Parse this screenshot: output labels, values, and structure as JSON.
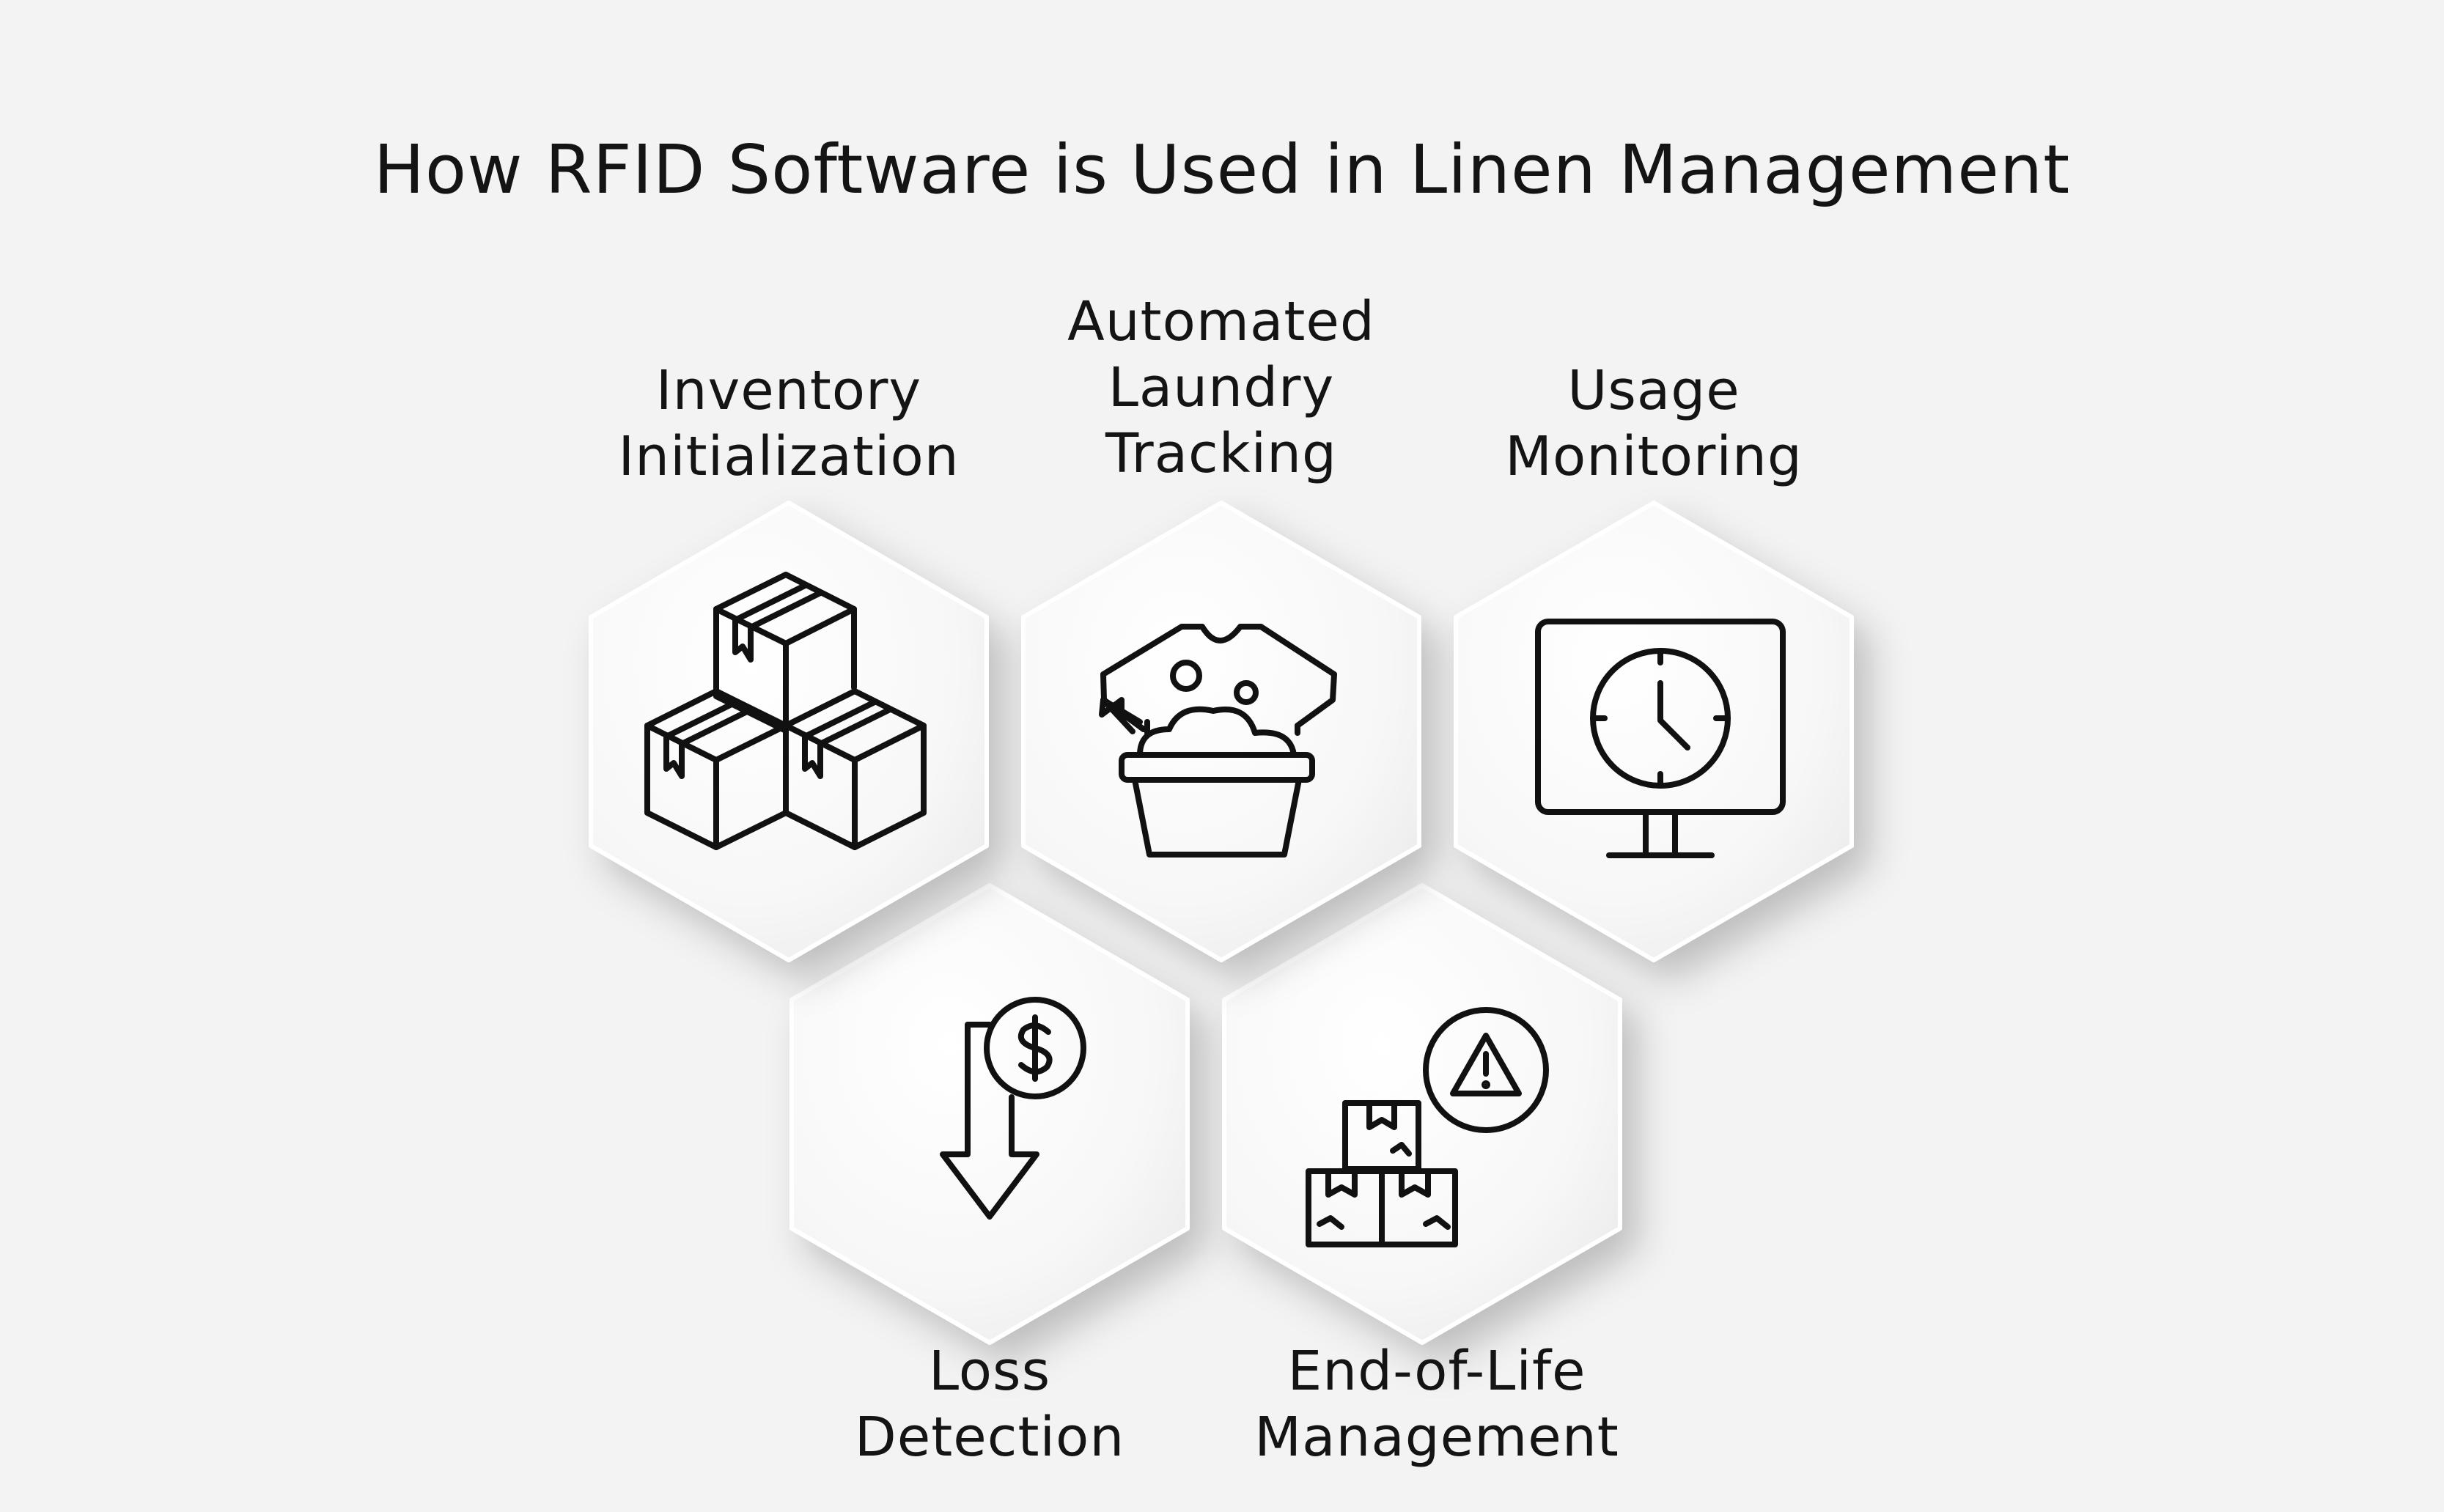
{
  "title": "How RFID Software is Used in Linen Management",
  "steps": [
    {
      "icon": "boxes-icon",
      "label_lines": [
        "Inventory",
        "Initialization"
      ]
    },
    {
      "icon": "laundry-basin-shirt-icon",
      "label_lines": [
        "Automated",
        "Laundry",
        "Tracking"
      ]
    },
    {
      "icon": "monitor-clock-icon",
      "label_lines": [
        "Usage",
        "Monitoring"
      ]
    },
    {
      "icon": "dollar-down-arrow-icon",
      "label_lines": [
        "Loss",
        "Detection"
      ]
    },
    {
      "icon": "boxes-warning-icon",
      "label_lines": [
        "End-of-Life",
        "Management"
      ]
    }
  ]
}
